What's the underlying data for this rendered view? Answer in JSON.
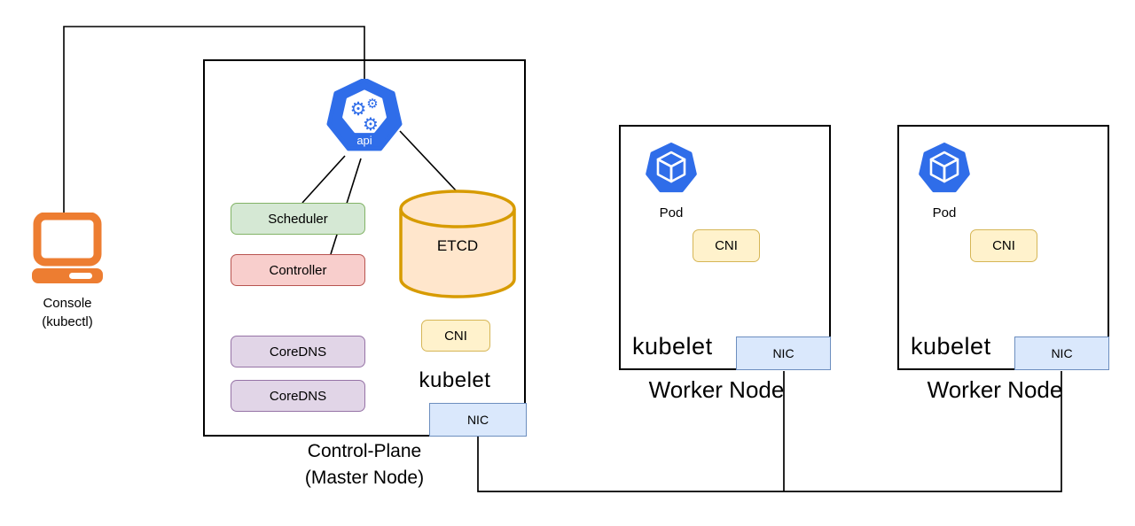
{
  "colors": {
    "green_fill": "#d5e8d4",
    "green_stroke": "#82b366",
    "red_fill": "#f8cecc",
    "red_stroke": "#b85450",
    "purple_fill": "#e1d5e7",
    "purple_stroke": "#9673a6",
    "orange_fill": "#ffe6cc",
    "orange_stroke": "#d79b00",
    "yellow_fill": "#fff2cc",
    "yellow_stroke": "#d6b656",
    "blue_fill": "#dae8fc",
    "blue_stroke": "#6c8ebf",
    "kubernetes_blue": "#2f6de9",
    "console_orange": "#ed7d31",
    "line_color": "#000000"
  },
  "console": {
    "label_line1": "Console",
    "label_line2": "(kubectl)"
  },
  "control_plane": {
    "api_label": "api",
    "scheduler_label": "Scheduler",
    "controller_label": "Controller",
    "etcd_label": "ETCD",
    "coredns1_label": "CoreDNS",
    "coredns2_label": "CoreDNS",
    "cni_label": "CNI",
    "kubelet_label": "kubelet",
    "nic_label": "NIC",
    "caption_line1": "Control-Plane",
    "caption_line2": "(Master Node)"
  },
  "workers": [
    {
      "pod_label": "Pod",
      "cni_label": "CNI",
      "kubelet_label": "kubelet",
      "nic_label": "NIC",
      "caption": "Worker Node"
    },
    {
      "pod_label": "Pod",
      "cni_label": "CNI",
      "kubelet_label": "kubelet",
      "nic_label": "NIC",
      "caption": "Worker Node"
    }
  ]
}
